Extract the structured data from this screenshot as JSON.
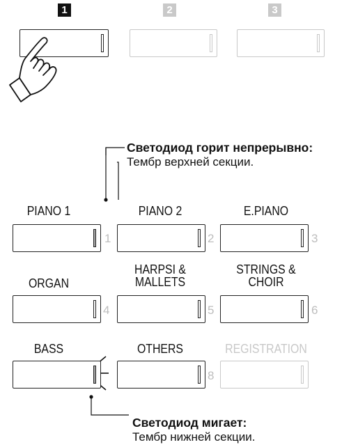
{
  "steps": [
    {
      "label": "1",
      "state": "active"
    },
    {
      "label": "2",
      "state": "inactive"
    },
    {
      "label": "3",
      "state": "inactive"
    }
  ],
  "callouts": {
    "top": {
      "title": "Светодиод горит непрерывно:",
      "text": "Тембр верхней секции."
    },
    "bottom": {
      "title": "Светодиод мигает:",
      "text": "Тембр нижней секции."
    }
  },
  "buttons": [
    {
      "label": "PIANO 1",
      "number": "1",
      "led": "lit"
    },
    {
      "label": "PIANO 2",
      "number": "2",
      "led": "off"
    },
    {
      "label": "E.PIANO",
      "number": "3",
      "led": "off"
    },
    {
      "label": "ORGAN",
      "number": "4",
      "led": "off"
    },
    {
      "label_line1": "HARPSI &",
      "label_line2": "MALLETS",
      "number": "5",
      "led": "off"
    },
    {
      "label_line1": "STRINGS &",
      "label_line2": "CHOIR",
      "number": "6",
      "led": "off"
    },
    {
      "label": "BASS",
      "number": "",
      "led": "blinking"
    },
    {
      "label": "OTHERS",
      "number": "8",
      "led": "off"
    },
    {
      "label": "REGISTRATION",
      "number": "",
      "led": "off",
      "disabled": true
    }
  ],
  "colors": {
    "ink": "#111111",
    "faint": "#c8c8c8",
    "led_lit": "#a8a8a8"
  }
}
